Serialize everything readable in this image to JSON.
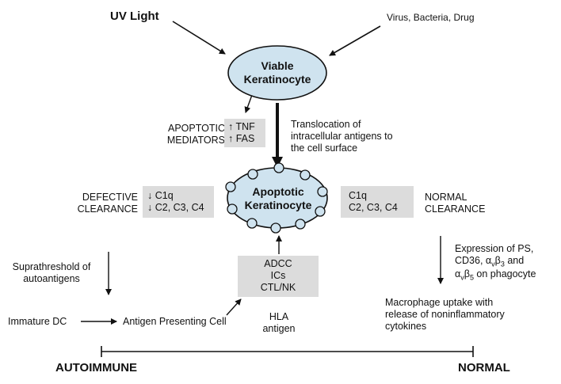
{
  "top": {
    "uv": "UV Light",
    "virus": "Virus, Bacteria, Drug"
  },
  "viable": {
    "line1": "Viable",
    "line2": "Keratinocyte"
  },
  "mediators": {
    "label1": "APOPTOTIC",
    "label2": "MEDIATORS",
    "item1": "↑ TNF",
    "item2": "↑ FAS"
  },
  "translocation": {
    "line1": "Translocation of",
    "line2": "intracellular antigens to",
    "line3": "the cell surface"
  },
  "apoptotic": {
    "line1": "Apoptotic",
    "line2": "Keratinocyte"
  },
  "defective": {
    "label1": "DEFECTIVE",
    "label2": "CLEARANCE",
    "item1": "↓ C1q",
    "item2": "↓ C2, C3, C4"
  },
  "normal_clearance": {
    "item1": "C1q",
    "item2": "C2, C3, C4",
    "label1": "NORMAL",
    "label2": "CLEARANCE"
  },
  "suprathreshold": {
    "line1": "Suprathreshold of",
    "line2": "autoantigens"
  },
  "adcc": {
    "line1": "ADCC",
    "line2": "ICs",
    "line3": "CTL/NK"
  },
  "expression": {
    "line1": "Expression of PS,",
    "line2a": "CD36, α",
    "sub1": "v",
    "line2b": "β",
    "sub2": "3",
    "line2c": " and",
    "line3a": "α",
    "sub3": "v",
    "line3b": "β",
    "sub4": "5",
    "line3c": " on phagocyte"
  },
  "bottom_left": {
    "immature": "Immature DC",
    "apc": "Antigen Presenting Cell",
    "hla1": "HLA",
    "hla2": "antigen"
  },
  "macrophage": {
    "line1": "Macrophage uptake with",
    "line2": "release of noninflammatory",
    "line3": "cytokines"
  },
  "scale": {
    "left": "AUTOIMMUNE",
    "right": "NORMAL"
  },
  "colors": {
    "ellipse_fill": "#cfe3ef",
    "box_fill": "#dcdcdc"
  }
}
